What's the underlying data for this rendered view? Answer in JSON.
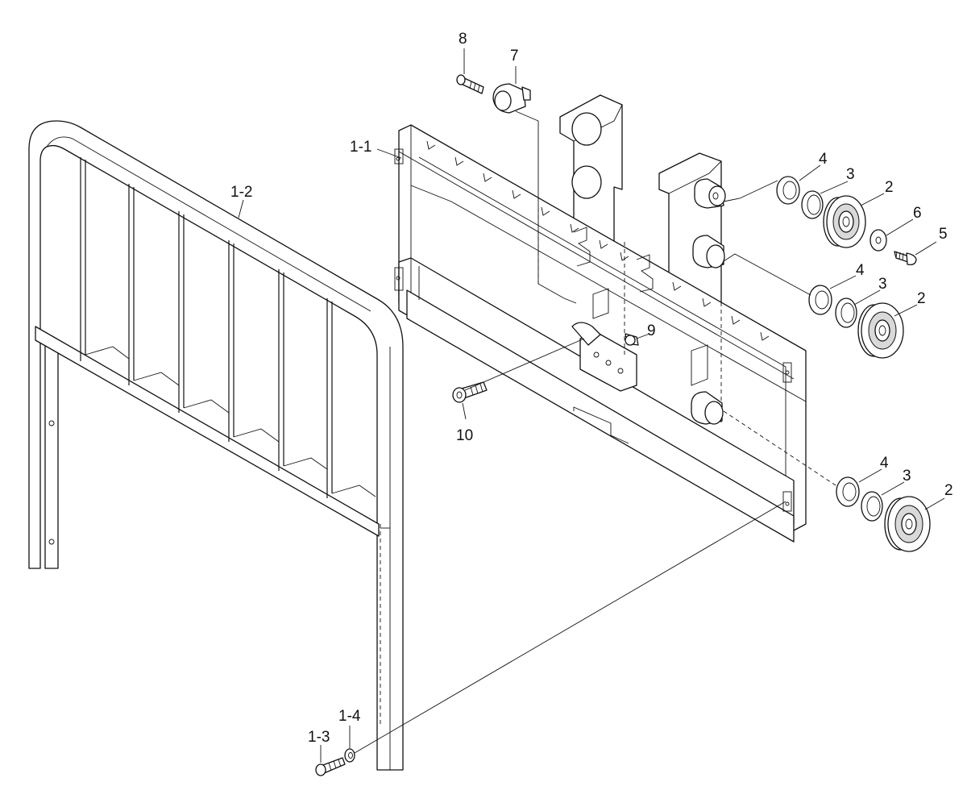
{
  "diagram": {
    "callouts": {
      "part_1_1": "1-1",
      "part_1_2": "1-2",
      "part_1_3": "1-3",
      "part_1_4": "1-4",
      "part_2_top": "2",
      "part_2_mid": "2",
      "part_2_bottom": "2",
      "part_3_top": "3",
      "part_3_mid": "3",
      "part_3_bottom": "3",
      "part_4_top": "4",
      "part_4_mid": "4",
      "part_4_bottom": "4",
      "part_5": "5",
      "part_6": "6",
      "part_7": "7",
      "part_8": "8",
      "part_9": "9",
      "part_10": "10"
    },
    "colors": {
      "line": "#111111",
      "background": "#ffffff",
      "shade": "#d9d9d9"
    }
  }
}
